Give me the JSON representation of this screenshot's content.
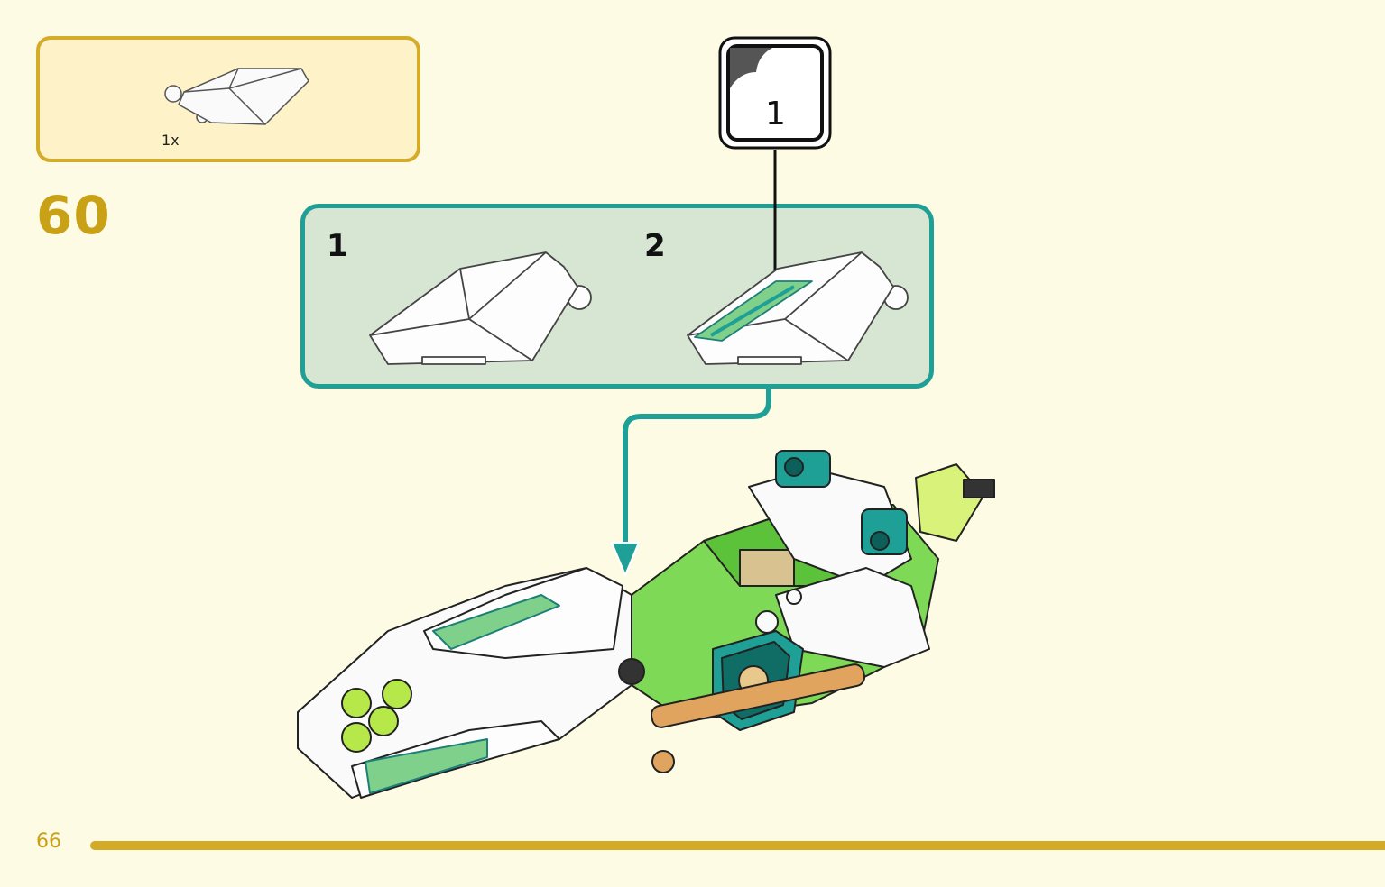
{
  "parts": {
    "quantity": "1x",
    "part_icon": "white-wedge-windscreen-icon"
  },
  "step": {
    "number": "60"
  },
  "sticker": {
    "label": "1",
    "icon": "sticker-peel-icon"
  },
  "substeps": [
    {
      "number": "1"
    },
    {
      "number": "2"
    }
  ],
  "model": {
    "icon": "spaceship-model-illustration"
  },
  "colors": {
    "background": "#fefbe4",
    "accent_gold": "#d4ab27",
    "accent_teal": "#1fa096",
    "panel_green": "#d6e6d3"
  },
  "footer": {
    "page_number": "66"
  }
}
